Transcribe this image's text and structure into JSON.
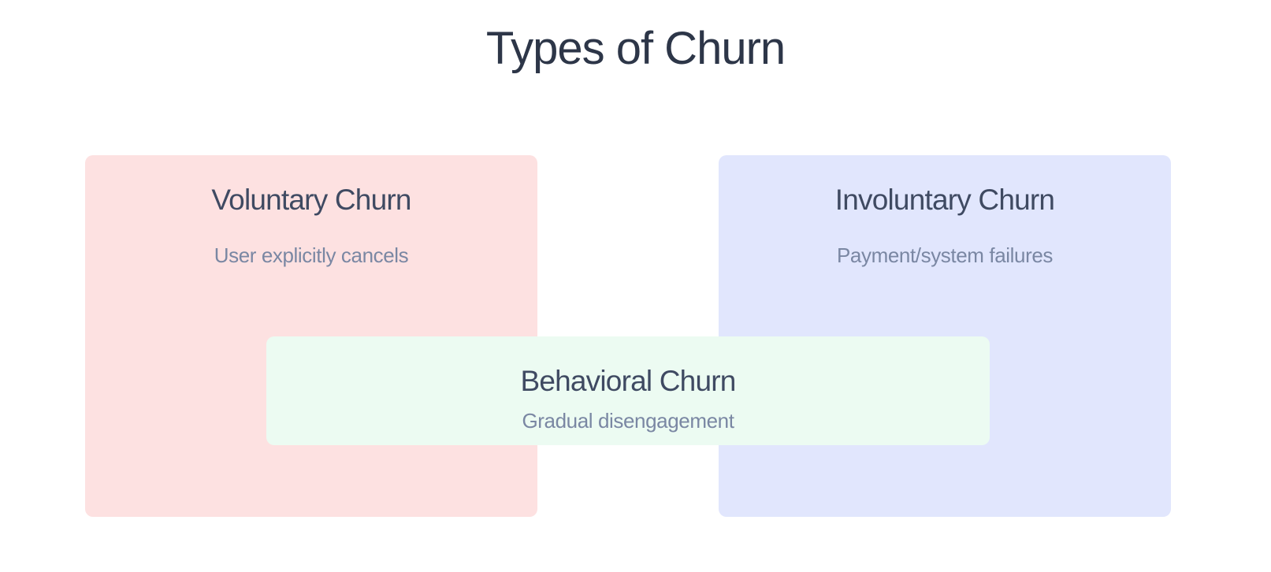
{
  "title": "Types of Churn",
  "boxes": {
    "voluntary": {
      "title": "Voluntary Churn",
      "description": "User explicitly cancels",
      "color": "#fde1e1"
    },
    "involuntary": {
      "title": "Involuntary Churn",
      "description": "Payment/system failures",
      "color": "#e1e6fd"
    },
    "behavioral": {
      "title": "Behavioral Churn",
      "description": "Gradual disengagement",
      "color": "#ecfbf2"
    }
  }
}
